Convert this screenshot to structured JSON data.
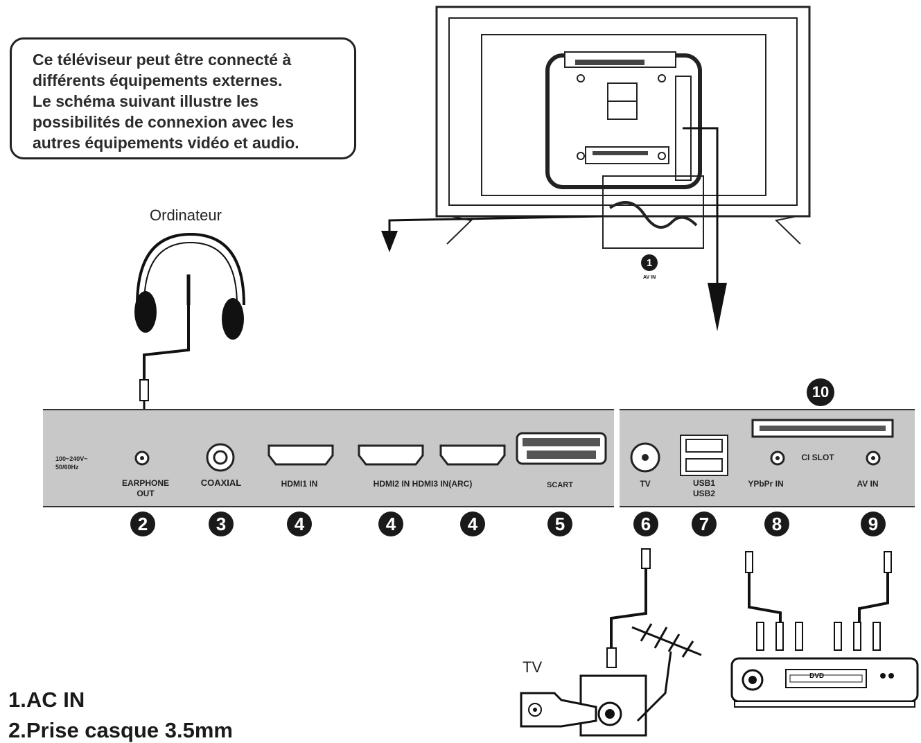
{
  "intro": {
    "lines": [
      "Ce téléviseur peut être connecté à",
      "différents équipements externes.",
      "Le schéma suivant illustre les",
      "possibilités de connexion avec les",
      "autres équipements vidéo et audio."
    ]
  },
  "labels": {
    "computer": "Ordinateur",
    "tv_antenna": "TV",
    "tv_back_small": "AV IN",
    "power": [
      "100~240V~",
      "50/60Hz"
    ],
    "earphone": [
      "EARPHONE",
      "OUT"
    ],
    "coaxial": "COAXIAL",
    "hdmi1": "HDMI1 IN",
    "hdmi23": "HDMI2 IN HDMI3 IN(ARC)",
    "scart": "SCART",
    "tv": "TV",
    "usb": [
      "USB1",
      "USB2"
    ],
    "ypbpr": "YPbPr IN",
    "ci_slot": "CI SLOT",
    "av_in": "AV IN",
    "dvd": "DVD"
  },
  "badges": {
    "b1": "1",
    "b2": "2",
    "b3": "3",
    "b4a": "4",
    "b4b": "4",
    "b4c": "4",
    "b5": "5",
    "b6": "6",
    "b7": "7",
    "b8": "8",
    "b9": "9",
    "b10": "10"
  },
  "legend": [
    "1.AC IN",
    "2.Prise casque 3.5mm"
  ]
}
